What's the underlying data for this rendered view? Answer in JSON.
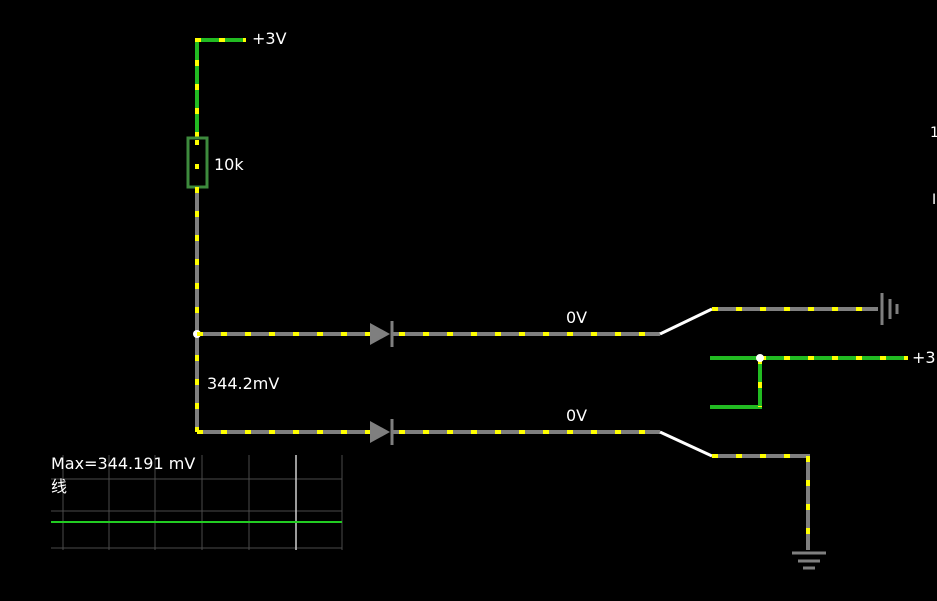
{
  "colors": {
    "background": "#000000",
    "wire_gray": "#7f7f7f",
    "wire_green": "#22bb22",
    "current_dot": "#ffff00",
    "switch_white": "#ffffff",
    "scope_grid": "#4a4a4a",
    "scope_trace": "#22cc22"
  },
  "labels": {
    "supply_top": "+3V",
    "resistor_value": "10k",
    "node_voltage": "344.2mV",
    "diode1_voltage": "0V",
    "diode2_voltage": "0V",
    "supply_right": "+3",
    "edge_mark_1": "1",
    "edge_mark_2": "I"
  },
  "scope": {
    "max_readout": "Max=344.191 mV",
    "signal_name": "线"
  },
  "components": {
    "supply_top_icon": "voltage-source-rail-icon",
    "resistor_icon": "resistor-icon",
    "diode_icon": "diode-icon",
    "switch_icon": "spst-switch-icon",
    "ground_icon": "ground-icon",
    "supply_right_icon": "voltage-source-rail-icon"
  }
}
